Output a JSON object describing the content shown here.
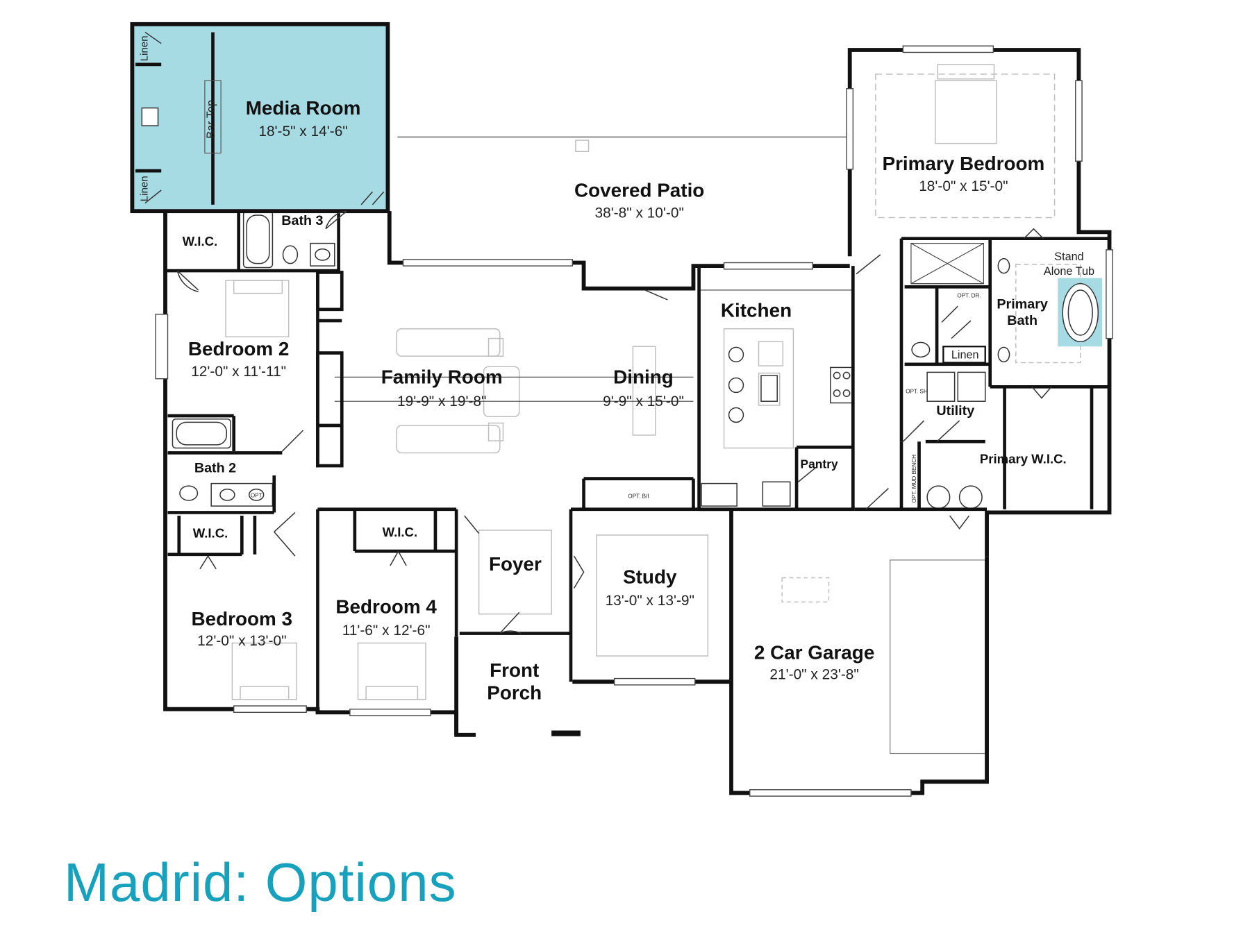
{
  "title": "Madrid: Options",
  "colors": {
    "highlight": "#a7dbe3",
    "title": "#17a1bd",
    "wall": "#111111",
    "furniture": "#bfbfbf"
  },
  "rooms": {
    "media": {
      "name": "Media Room",
      "dims": "18'-5\" x 14'-6\""
    },
    "patio": {
      "name": "Covered Patio",
      "dims": "38'-8\" x 10'-0\""
    },
    "primary_bed": {
      "name": "Primary Bedroom",
      "dims": "18'-0\" x 15'-0\""
    },
    "kitchen": {
      "name": "Kitchen"
    },
    "family": {
      "name": "Family Room",
      "dims": "19'-9\" x 19'-8\""
    },
    "dining": {
      "name": "Dining",
      "dims": "9'-9\" x 15'-0\""
    },
    "bed2": {
      "name": "Bedroom 2",
      "dims": "12'-0\" x 11'-11\""
    },
    "bed3": {
      "name": "Bedroom 3",
      "dims": "12'-0\" x 13'-0\""
    },
    "bed4": {
      "name": "Bedroom 4",
      "dims": "11'-6\" x 12'-6\""
    },
    "study": {
      "name": "Study",
      "dims": "13'-0\" x 13'-9\""
    },
    "garage": {
      "name": "2 Car Garage",
      "dims": "21'-0\" x 23'-8\""
    },
    "foyer": {
      "name": "Foyer"
    },
    "porch": {
      "line1": "Front",
      "line2": "Porch"
    },
    "bath2": {
      "name": "Bath 2"
    },
    "bath3": {
      "name": "Bath 3"
    },
    "primary_bath": {
      "line1": "Primary",
      "line2": "Bath"
    },
    "utility": {
      "name": "Utility"
    },
    "primary_wic": {
      "name": "Primary W.I.C."
    },
    "pantry": {
      "name": "Pantry"
    }
  },
  "labels": {
    "wic_a": "W.I.C.",
    "wic_b": "W.I.C.",
    "wic_c": "W.I.C.",
    "linen_top": "Linen",
    "linen_bottom": "Linen",
    "linen_bath": "Linen",
    "bar_top": "Bar Top",
    "tub_line1": "Stand",
    "tub_line2": "Alone Tub",
    "opt_dr": "OPT. DR.",
    "opt_bi": "OPT. B/I",
    "opt_mud": "OPT. MUD BENCH",
    "opt_sh": "OPT. SH",
    "opt": "OPT"
  }
}
